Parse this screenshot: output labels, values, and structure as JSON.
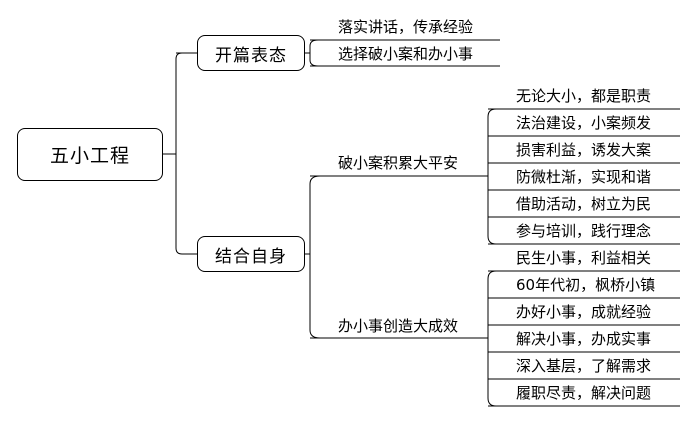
{
  "root": "五小工程",
  "branches": [
    {
      "label": "开篇表态",
      "items": [
        "落实讲话，传承经验",
        "选择破小案和办小事"
      ]
    },
    {
      "label": "结合自身",
      "groups": [
        {
          "label": "破小案积累大平安",
          "items": [
            "无论大小，都是职责",
            "法治建设，小案频发",
            "损害利益，诱发大案",
            "防微杜渐，实现和谐",
            "借助活动，树立为民",
            "参与培训，践行理念"
          ]
        },
        {
          "label": "办小事创造大成效",
          "items": [
            "民生小事，利益相关",
            "60年代初，枫桥小镇",
            "办好小事，成就经验",
            "解决小事，办成实事",
            "深入基层，了解需求",
            "履职尽责，解决问题"
          ]
        }
      ]
    }
  ]
}
